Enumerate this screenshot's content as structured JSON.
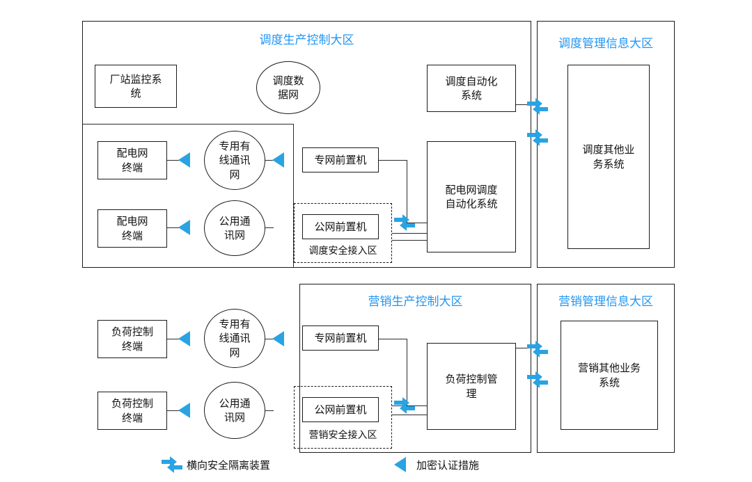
{
  "diagram": {
    "title_dispatch_control": "调度生产控制大区",
    "title_dispatch_mgmt": "调度管理信息大区",
    "title_market_control": "营销生产控制大区",
    "title_market_mgmt": "营销管理信息大区",
    "accent_color": "#2196f3",
    "arrow_color": "#29a3e3",
    "line_color": "#2b2b2b",
    "nodes": {
      "plant_monitor": "厂站监控系\n统",
      "dispatch_data_net": "调度数\n据网",
      "dispatch_auto": "调度自动化\n系统",
      "dispatch_other_biz": "调度其他业\n务系统",
      "dist_terminal_1": "配电网\n终端",
      "dist_terminal_2": "配电网\n终端",
      "private_wired_net_1": "专用有\n线通讯\n网",
      "public_net_1": "公用通\n讯网",
      "private_front_1": "专网前置机",
      "public_front_1": "公网前置机",
      "dispatch_secure_zone": "调度安全接入区",
      "dist_dispatch_auto": "配电网调度\n自动化系统",
      "load_terminal_1": "负荷控制\n终端",
      "load_terminal_2": "负荷控制\n终端",
      "private_wired_net_2": "专用有\n线通讯\n网",
      "public_net_2": "公用通\n讯网",
      "private_front_2": "专网前置机",
      "public_front_2": "公网前置机",
      "market_secure_zone": "营销安全接入区",
      "load_control_mgmt": "负荷控制管\n理",
      "market_other_biz": "营销其他业务\n系统"
    },
    "legend": {
      "isolation_device": "横向安全隔离装置",
      "encryption_auth": "加密认证措施"
    }
  }
}
